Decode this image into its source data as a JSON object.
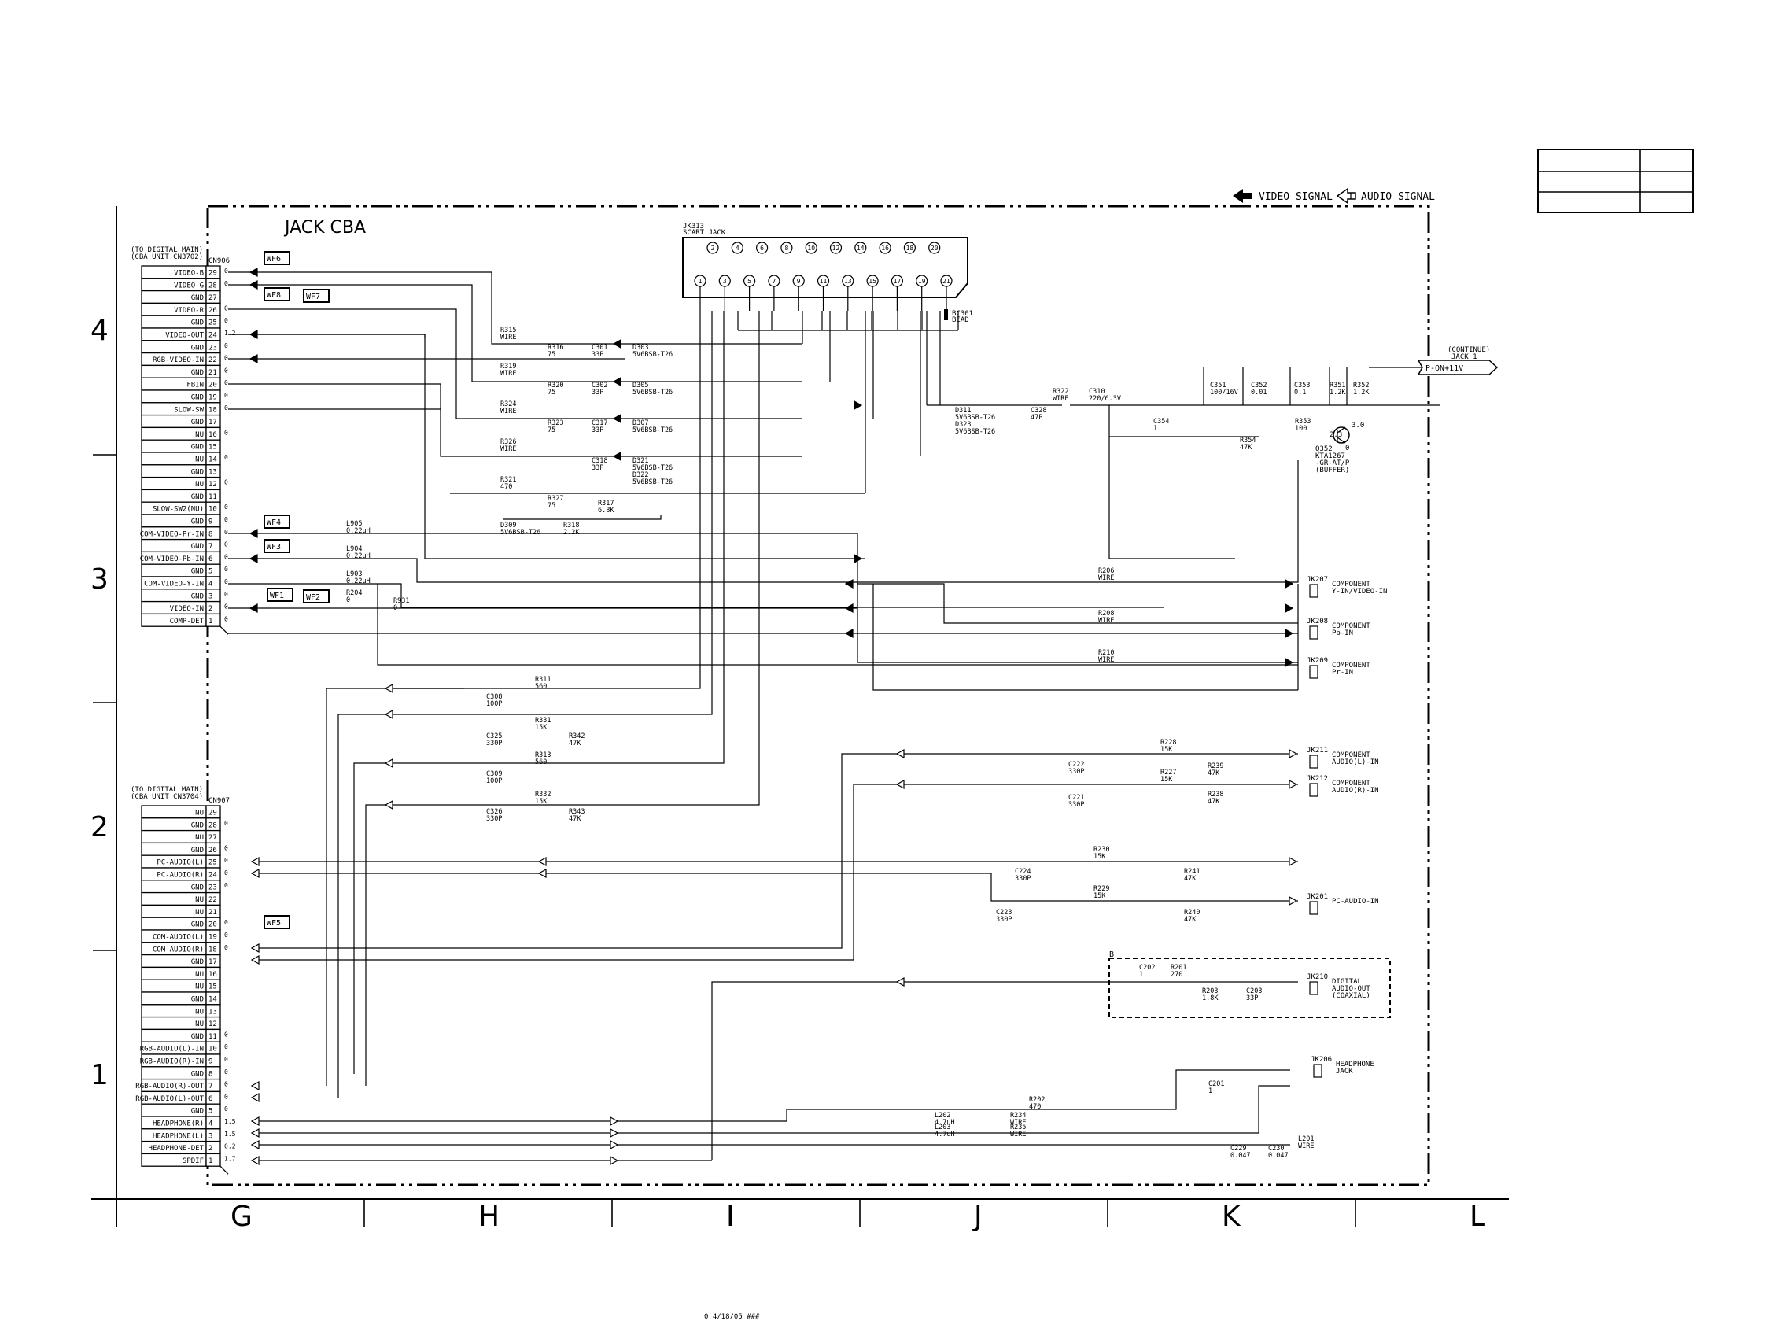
{
  "title": "JACK CBA",
  "legend": {
    "video": "VIDEO SIGNAL",
    "audio": "AUDIO SIGNAL"
  },
  "grid": {
    "rows": [
      "4",
      "3",
      "2",
      "1"
    ],
    "cols": [
      "G",
      "H",
      "I",
      "J",
      "K",
      "L"
    ]
  },
  "cn906": {
    "ref": "CN906",
    "note1": "(TO DIGITAL MAIN)",
    "note2": "(CBA UNIT CN3702)",
    "pins": [
      {
        "n": "29",
        "s": "VIDEO-B",
        "v": "0"
      },
      {
        "n": "28",
        "s": "VIDEO-G",
        "v": "0"
      },
      {
        "n": "27",
        "s": "GND",
        "v": ""
      },
      {
        "n": "26",
        "s": "VIDEO-R",
        "v": "0"
      },
      {
        "n": "25",
        "s": "GND",
        "v": "0"
      },
      {
        "n": "24",
        "s": "VIDEO-OUT",
        "v": "1.2"
      },
      {
        "n": "23",
        "s": "GND",
        "v": "0"
      },
      {
        "n": "22",
        "s": "RGB-VIDEO-IN",
        "v": "0"
      },
      {
        "n": "21",
        "s": "GND",
        "v": "0"
      },
      {
        "n": "20",
        "s": "FBIN",
        "v": "0"
      },
      {
        "n": "19",
        "s": "GND",
        "v": "0"
      },
      {
        "n": "18",
        "s": "SLOW-SW",
        "v": "0"
      },
      {
        "n": "17",
        "s": "GND",
        "v": ""
      },
      {
        "n": "16",
        "s": "NU",
        "v": "0"
      },
      {
        "n": "15",
        "s": "GND",
        "v": ""
      },
      {
        "n": "14",
        "s": "NU",
        "v": "0"
      },
      {
        "n": "13",
        "s": "GND",
        "v": ""
      },
      {
        "n": "12",
        "s": "NU",
        "v": "0"
      },
      {
        "n": "11",
        "s": "GND",
        "v": ""
      },
      {
        "n": "10",
        "s": "SLOW-SW2(NU)",
        "v": "0"
      },
      {
        "n": "9",
        "s": "GND",
        "v": "0"
      },
      {
        "n": "8",
        "s": "COM-VIDEO-Pr-IN",
        "v": "0"
      },
      {
        "n": "7",
        "s": "GND",
        "v": "0"
      },
      {
        "n": "6",
        "s": "COM-VIDEO-Pb-IN",
        "v": "0"
      },
      {
        "n": "5",
        "s": "GND",
        "v": "0"
      },
      {
        "n": "4",
        "s": "COM-VIDEO-Y-IN",
        "v": "0"
      },
      {
        "n": "3",
        "s": "GND",
        "v": "0"
      },
      {
        "n": "2",
        "s": "VIDEO-IN",
        "v": "0"
      },
      {
        "n": "1",
        "s": "COMP-DET",
        "v": "0"
      }
    ]
  },
  "cn907": {
    "ref": "CN907",
    "note1": "(TO DIGITAL MAIN)",
    "note2": "(CBA UNIT CN3704)",
    "pins": [
      {
        "n": "29",
        "s": "NU",
        "v": ""
      },
      {
        "n": "28",
        "s": "GND",
        "v": "0"
      },
      {
        "n": "27",
        "s": "NU",
        "v": ""
      },
      {
        "n": "26",
        "s": "GND",
        "v": "0"
      },
      {
        "n": "25",
        "s": "PC-AUDIO(L)",
        "v": "0"
      },
      {
        "n": "24",
        "s": "PC-AUDIO(R)",
        "v": "0"
      },
      {
        "n": "23",
        "s": "GND",
        "v": "0"
      },
      {
        "n": "22",
        "s": "NU",
        "v": ""
      },
      {
        "n": "21",
        "s": "NU",
        "v": ""
      },
      {
        "n": "20",
        "s": "GND",
        "v": "0"
      },
      {
        "n": "19",
        "s": "COM-AUDIO(L)",
        "v": "0"
      },
      {
        "n": "18",
        "s": "COM-AUDIO(R)",
        "v": "0"
      },
      {
        "n": "17",
        "s": "GND",
        "v": ""
      },
      {
        "n": "16",
        "s": "NU",
        "v": ""
      },
      {
        "n": "15",
        "s": "NU",
        "v": ""
      },
      {
        "n": "14",
        "s": "GND",
        "v": ""
      },
      {
        "n": "13",
        "s": "NU",
        "v": ""
      },
      {
        "n": "12",
        "s": "NU",
        "v": ""
      },
      {
        "n": "11",
        "s": "GND",
        "v": "0"
      },
      {
        "n": "10",
        "s": "RGB-AUDIO(L)-IN",
        "v": "0"
      },
      {
        "n": "9",
        "s": "RGB-AUDIO(R)-IN",
        "v": "0"
      },
      {
        "n": "8",
        "s": "GND",
        "v": "0"
      },
      {
        "n": "7",
        "s": "RGB-AUDIO(R)-OUT",
        "v": "0"
      },
      {
        "n": "6",
        "s": "RGB-AUDIO(L)-OUT",
        "v": "0"
      },
      {
        "n": "5",
        "s": "GND",
        "v": "0"
      },
      {
        "n": "4",
        "s": "HEADPHONE(R)",
        "v": "1.5"
      },
      {
        "n": "3",
        "s": "HEADPHONE(L)",
        "v": "1.5"
      },
      {
        "n": "2",
        "s": "HEADPHONE-DET",
        "v": "0.2"
      },
      {
        "n": "1",
        "s": "SPDIF",
        "v": "1.7"
      }
    ]
  },
  "waveforms": [
    "WF6",
    "WF8",
    "WF7",
    "WF4",
    "WF3",
    "WF1",
    "WF2",
    "WF5"
  ],
  "scart": {
    "ref": "JK313",
    "label": "SCART JACK",
    "top_pins": [
      "2",
      "4",
      "6",
      "8",
      "10",
      "12",
      "14",
      "16",
      "18",
      "20"
    ],
    "bottom_pins": [
      "1",
      "3",
      "5",
      "7",
      "9",
      "11",
      "13",
      "15",
      "17",
      "19",
      "21"
    ],
    "bead": [
      "BC301",
      "BEAD"
    ]
  },
  "components": [
    {
      "ref": "R315",
      "val": "WIRE"
    },
    {
      "ref": "R316",
      "val": "75"
    },
    {
      "ref": "C301",
      "val": "33P"
    },
    {
      "ref": "D303",
      "val": "5V6BSB-T26"
    },
    {
      "ref": "R319",
      "val": "WIRE"
    },
    {
      "ref": "R320",
      "val": "75"
    },
    {
      "ref": "C302",
      "val": "33P"
    },
    {
      "ref": "D305",
      "val": "5V6BSB-T26"
    },
    {
      "ref": "R324",
      "val": "WIRE"
    },
    {
      "ref": "R323",
      "val": "75"
    },
    {
      "ref": "C317",
      "val": "33P"
    },
    {
      "ref": "D307",
      "val": "5V6BSB-T26"
    },
    {
      "ref": "R326",
      "val": "WIRE"
    },
    {
      "ref": "C318",
      "val": "33P"
    },
    {
      "ref": "D321",
      "val": "5V6BSB-T26"
    },
    {
      "ref": "D322",
      "val": "5V6BSB-T26"
    },
    {
      "ref": "R321",
      "val": "470"
    },
    {
      "ref": "R327",
      "val": "75"
    },
    {
      "ref": "R317",
      "val": "6.8K"
    },
    {
      "ref": "D309",
      "val": "5V6BSB-T26"
    },
    {
      "ref": "R318",
      "val": "2.2K"
    },
    {
      "ref": "D311",
      "val": "5V6BSB-T26"
    },
    {
      "ref": "D323",
      "val": "5V6BSB-T26"
    },
    {
      "ref": "C328",
      "val": "47P"
    },
    {
      "ref": "R322",
      "val": "WIRE"
    },
    {
      "ref": "C310",
      "val": "220/6.3V"
    },
    {
      "ref": "C351",
      "val": "100/16V"
    },
    {
      "ref": "C352",
      "val": "0.01"
    },
    {
      "ref": "C353",
      "val": "0.1"
    },
    {
      "ref": "R351",
      "val": "1.2K"
    },
    {
      "ref": "R352",
      "val": "1.2K"
    },
    {
      "ref": "C354",
      "val": "1"
    },
    {
      "ref": "R354",
      "val": "47K"
    },
    {
      "ref": "R353",
      "val": "100"
    },
    {
      "ref": "L905",
      "val": "0.22uH"
    },
    {
      "ref": "L904",
      "val": "0.22uH"
    },
    {
      "ref": "L903",
      "val": "0.22uH"
    },
    {
      "ref": "R204",
      "val": "0"
    },
    {
      "ref": "R931",
      "val": "0"
    },
    {
      "ref": "R206",
      "val": "WIRE"
    },
    {
      "ref": "R208",
      "val": "WIRE"
    },
    {
      "ref": "R210",
      "val": "WIRE"
    },
    {
      "ref": "R311",
      "val": "560"
    },
    {
      "ref": "C308",
      "val": "100P"
    },
    {
      "ref": "R331",
      "val": "15K"
    },
    {
      "ref": "C325",
      "val": "330P"
    },
    {
      "ref": "R342",
      "val": "47K"
    },
    {
      "ref": "R313",
      "val": "560"
    },
    {
      "ref": "C309",
      "val": "100P"
    },
    {
      "ref": "R332",
      "val": "15K"
    },
    {
      "ref": "C326",
      "val": "330P"
    },
    {
      "ref": "R343",
      "val": "47K"
    },
    {
      "ref": "R228",
      "val": "15K"
    },
    {
      "ref": "C222",
      "val": "330P"
    },
    {
      "ref": "R239",
      "val": "47K"
    },
    {
      "ref": "R227",
      "val": "15K"
    },
    {
      "ref": "C221",
      "val": "330P"
    },
    {
      "ref": "R238",
      "val": "47K"
    },
    {
      "ref": "R230",
      "val": "15K"
    },
    {
      "ref": "C224",
      "val": "330P"
    },
    {
      "ref": "R241",
      "val": "47K"
    },
    {
      "ref": "R229",
      "val": "15K"
    },
    {
      "ref": "C223",
      "val": "330P"
    },
    {
      "ref": "R240",
      "val": "47K"
    },
    {
      "ref": "C202",
      "val": "1"
    },
    {
      "ref": "R201",
      "val": "270"
    },
    {
      "ref": "R203",
      "val": "1.8K"
    },
    {
      "ref": "C203",
      "val": "33P"
    },
    {
      "ref": "R202",
      "val": "470"
    },
    {
      "ref": "C201",
      "val": "1"
    },
    {
      "ref": "L202",
      "val": "4.7uH"
    },
    {
      "ref": "L203",
      "val": "4.7uH"
    },
    {
      "ref": "R234",
      "val": "WIRE"
    },
    {
      "ref": "R235",
      "val": "WIRE"
    },
    {
      "ref": "C229",
      "val": "0.047"
    },
    {
      "ref": "C230",
      "val": "0.047"
    },
    {
      "ref": "L201",
      "val": "WIRE"
    }
  ],
  "transistor": {
    "ref": "Q352",
    "part": "KTA1267",
    "grade": "-GR-AT/P",
    "func": "(BUFFER)",
    "vb": "2.3",
    "ve": "3.0",
    "vc": "0"
  },
  "continue_box": {
    "l1": "(CONTINUE)",
    "l2": "JACK 1",
    "net": "P-ON+11V"
  },
  "jacks": {
    "jk207": {
      "ref": "JK207",
      "l1": "COMPONENT",
      "l2": "Y-IN/VIDEO-IN"
    },
    "jk208": {
      "ref": "JK208",
      "l1": "COMPONENT",
      "l2": "Pb-IN"
    },
    "jk209": {
      "ref": "JK209",
      "l1": "COMPONENT",
      "l2": "Pr-IN"
    },
    "jk211": {
      "ref": "JK211",
      "l1": "COMPONENT",
      "l2": "AUDIO(L)-IN"
    },
    "jk212": {
      "ref": "JK212",
      "l1": "COMPONENT",
      "l2": "AUDIO(R)-IN"
    },
    "jk201": {
      "ref": "JK201",
      "l1": "PC-AUDIO-IN"
    },
    "jk210": {
      "ref": "JK210",
      "l1": "DIGITAL",
      "l2": "AUDIO-OUT",
      "l3": "(COAXIAL)"
    },
    "jk206": {
      "ref": "JK206",
      "l1": "HEADPHONE",
      "l2": "JACK"
    }
  },
  "section_b": "B",
  "footer": "0 4/18/05 ###"
}
